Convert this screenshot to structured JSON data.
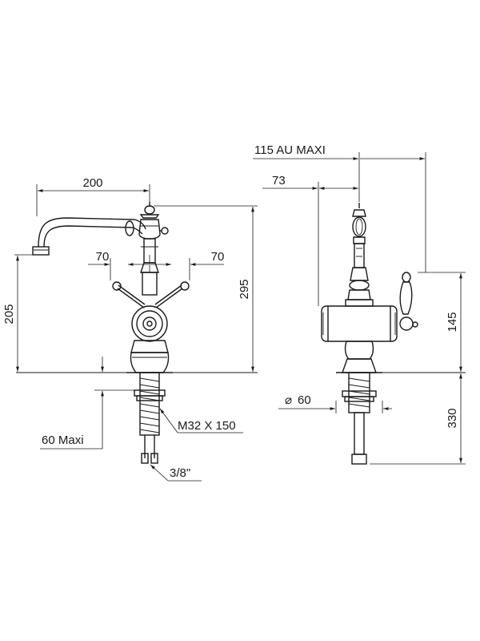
{
  "dimensions": {
    "front_width": "200",
    "front_height_total": "295",
    "front_height_spout": "205",
    "handle_left": "70",
    "handle_right": "70",
    "max_deck": "60 Maxi",
    "thread": "M32 X 150",
    "connection": "3/8\"",
    "side_reach_max": "115 AU MAXI",
    "side_offset": "73",
    "side_handle_height": "145",
    "side_below_deck": "330",
    "base_diameter": "60"
  },
  "symbols": {
    "diameter": "⌀"
  }
}
